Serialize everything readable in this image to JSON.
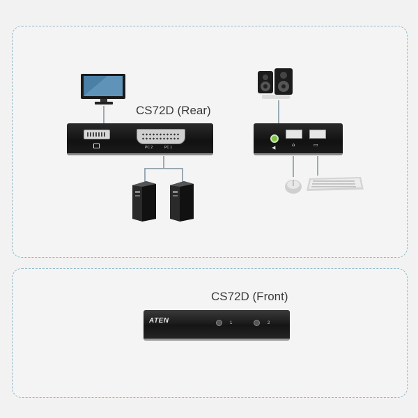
{
  "rear": {
    "title": "CS72D (Rear)",
    "port_pc2": "PC 2",
    "port_pc1": "PC 1"
  },
  "front": {
    "title": "CS72D (Front)",
    "brand_logo": "ATEN",
    "button_1": "1",
    "button_2": "2"
  },
  "icons": [
    "monitor-icon",
    "speakers-icon",
    "computer-icon",
    "mouse-icon",
    "keyboard-icon"
  ],
  "colors": {
    "panel_border": "#8fb9c9",
    "device_body": "#1a1a1a",
    "audio_jack": "#7fc24a",
    "connector_line": "#9aaab3"
  }
}
